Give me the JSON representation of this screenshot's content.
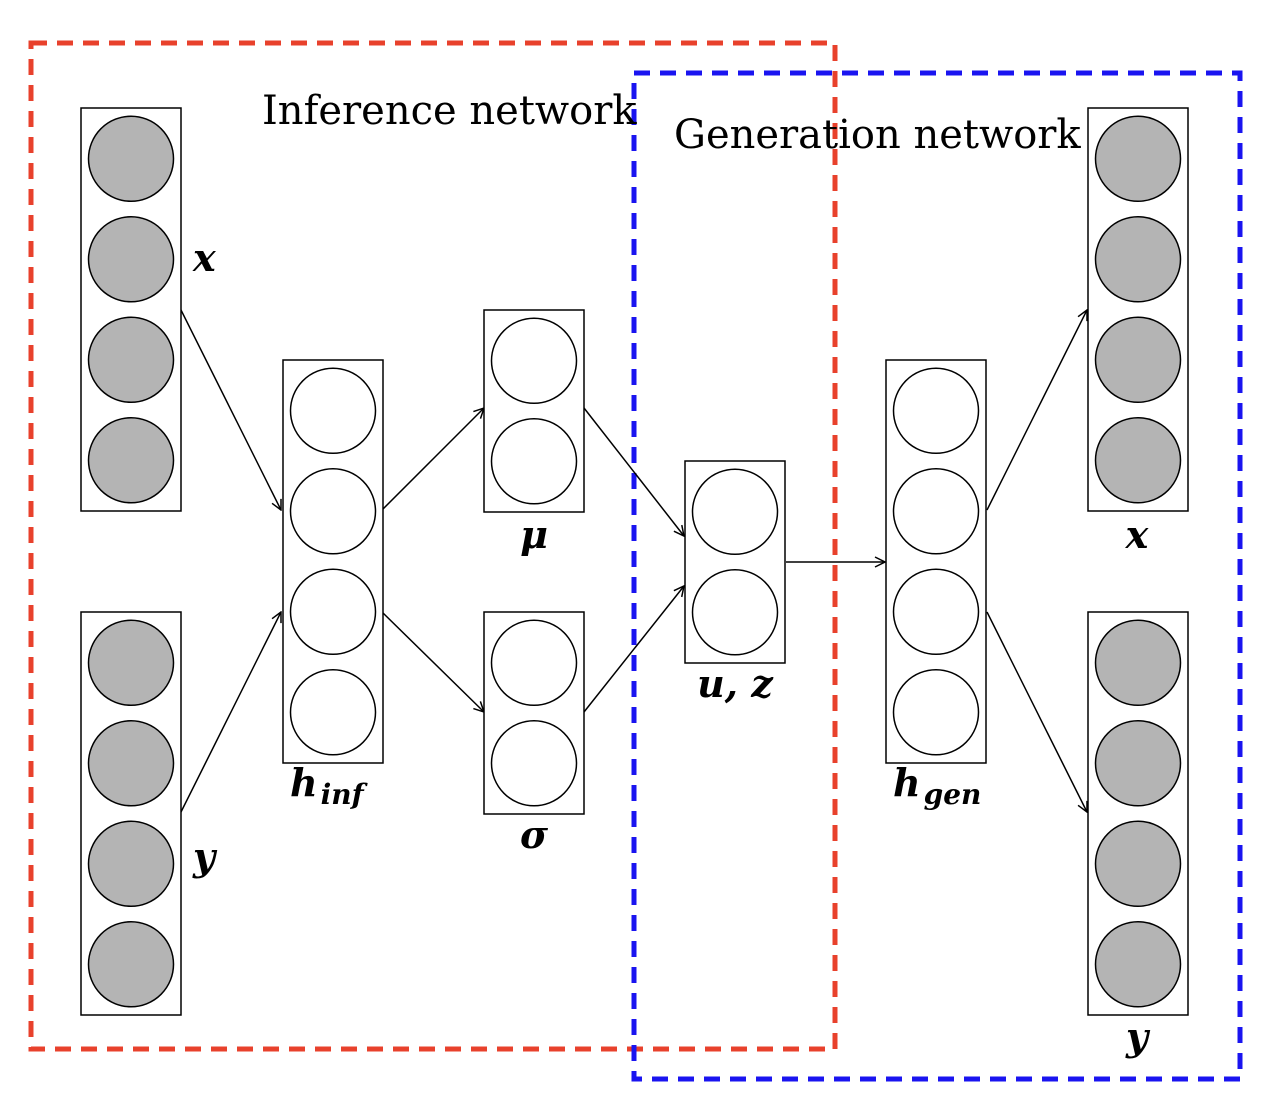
{
  "regions": {
    "inference": {
      "label": "Inference network",
      "color": "#e8412c"
    },
    "generation": {
      "label": "Generation network",
      "color": "#1a14f0"
    }
  },
  "colors": {
    "observed_unit": "#b4b4b4",
    "hidden_unit": "#ffffff",
    "stroke": "#000000"
  },
  "layers": {
    "x_in": {
      "label": "x",
      "observed": true
    },
    "y_in": {
      "label": "y",
      "observed": true
    },
    "h_inf": {
      "label": "h",
      "subscript": "inf",
      "observed": false
    },
    "mu": {
      "label": "μ",
      "observed": false
    },
    "sigma": {
      "label": "σ",
      "observed": false
    },
    "uz": {
      "label": "u, z",
      "observed": false
    },
    "h_gen": {
      "label": "h",
      "subscript": "gen",
      "observed": false
    },
    "x_out": {
      "label": "x",
      "observed": true
    },
    "y_out": {
      "label": "y",
      "observed": true
    }
  }
}
